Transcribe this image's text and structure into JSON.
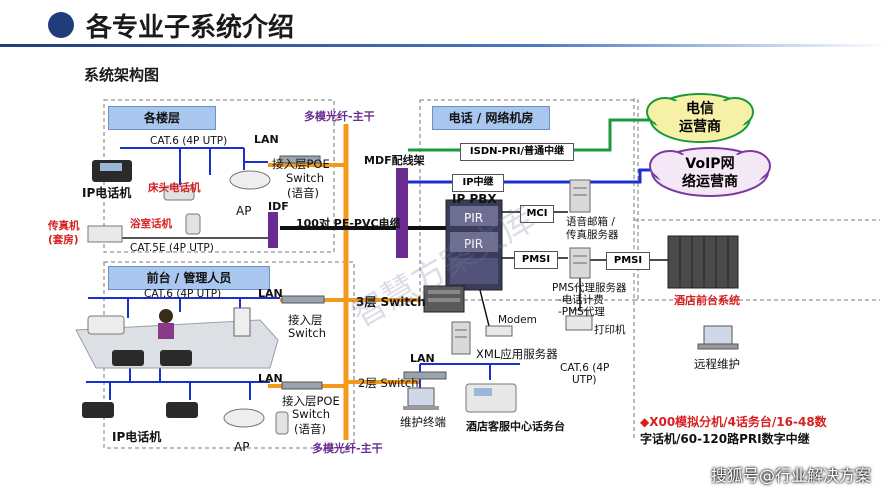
{
  "title": "各专业子系统介绍",
  "subtitle": "系统架构图",
  "headers": {
    "floors": "各楼层",
    "telecom_room": "电话 / 网络机房",
    "front_desk": "前台 / 管理人员"
  },
  "backbone_top": "多模光纤-主干",
  "backbone_bottom": "多模光纤-主干",
  "labels": {
    "lan1": "LAN",
    "cat6_1": "CAT.6 (4P UTP)",
    "ip_phone_top": "IP电话机",
    "bedside_phone": "床头电话机",
    "fax": "传真机\n(套房)",
    "fax_a": "传真机",
    "fax_b": "(套房)",
    "bath_phone": "浴室话机",
    "cat5e": "CAT.5E (4P UTP)",
    "ap_top": "AP",
    "poe_switch_top_1": "接入层POE",
    "poe_switch_top_2": "Switch",
    "poe_switch_top_3": "(语音)",
    "idf": "IDF",
    "pe_pvc": "100对 PE-PVC电缆",
    "mdf": "MDF配线架",
    "isdn": "ISDN-PRI/普通中继",
    "ip_trunk": "IP中继",
    "ip_pbx": "IP PBX",
    "pir1": "PIR",
    "pir2": "PIR",
    "mci": "MCI",
    "pmsi_left": "PMSI",
    "pmsi_right": "PMSI",
    "voicemail_1": "语音邮箱 /",
    "voicemail_2": "传真服务器",
    "pms_proxy_1": "PMS代理服务器",
    "pms_proxy_2": "-电话计费",
    "pms_proxy_3": "-PMS代理",
    "printer": "打印机",
    "hotel_front": "酒店前台系统",
    "remote": "远程维护",
    "l3_switch": "3层 Switch",
    "modem": "Modem",
    "xml_server": "XML应用服务器",
    "cat6_2a": "CAT.6 (4P",
    "cat6_2b": "UTP)",
    "lan2": "LAN",
    "cat6_front": "CAT.6 (4P UTP)",
    "access_switch_1": "接入层",
    "access_switch_2": "Switch",
    "lan3": "LAN",
    "l2_switch": "2层 Switch",
    "lan4": "LAN",
    "poe_switch_bot_1": "接入层POE",
    "poe_switch_bot_2": "Switch",
    "poe_switch_bot_3": "(语音)",
    "ip_phone_bottom": "IP电话机",
    "ap_bottom": "AP",
    "maint_terminal": "维护终端",
    "service_center": "酒店客服中心话务台",
    "telecom_1": "电信",
    "telecom_2": "运营商",
    "voip_1": "VoIP网",
    "voip_2": "络运营商",
    "spec_1": "◆X00模拟分机/4话务台/16-48数",
    "spec_2": "字话机/60-120路PRI数字中继",
    "watermark": "智慧方案文库",
    "footer": "搜狐号@行业解决方案"
  },
  "colors": {
    "backbone": "#f39a1c",
    "accent_blue": "#1f3d7a",
    "header_fill": "#a9c6ee",
    "isdn_line": "#1a9a3a",
    "ip_line": "#1a2fd0",
    "mdf_purple": "#6a2c91",
    "cloud_fill": "#f7f1a8"
  }
}
